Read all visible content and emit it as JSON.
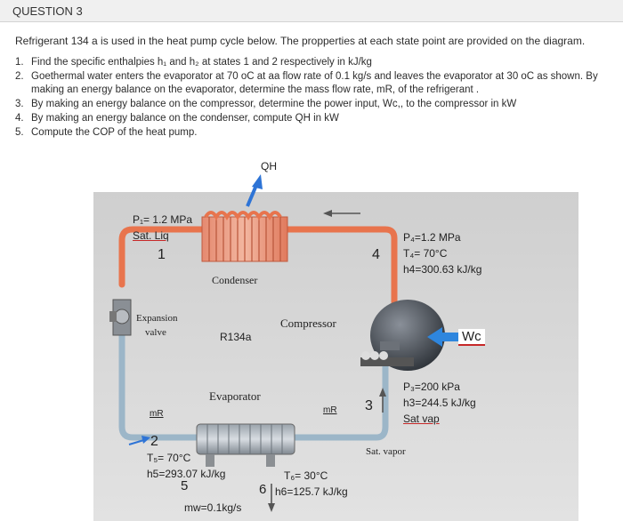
{
  "question_header": "QUESTION 3",
  "intro": "Refrigerant 134 a is used in the heat pump cycle below. The propperties at each state point are provided on the diagram.",
  "questions": [
    {
      "num": "1.",
      "text": "Find the specific enthalpies h₁ and h₂ at states 1 and 2 respectively in kJ/kg"
    },
    {
      "num": "2.",
      "text": "Goethermal water enters the evaporator at 70 oC at aa flow rate of 0.1 kg/s and leaves the evaporator at 30 oC as shown. By making an energy balance on the evaporator, determine the mass flow rate, mR, of the refrigerant ."
    },
    {
      "num": "3.",
      "text": "By making an energy balance on the compressor, determine the power input, Wc,, to the compressor in kW"
    },
    {
      "num": "4.",
      "text": "By making an energy balance on the condenser, compute QH in kW"
    },
    {
      "num": "5.",
      "text": "Compute the COP of the heat pump."
    }
  ],
  "diagram": {
    "qh": "QH",
    "state1_p": "P₁= 1.2 MPa",
    "state1_q": "Sat. Liq",
    "state1_num": "1",
    "condenser": "Condenser",
    "state4_num": "4",
    "state4_p": "P₄=1.2 MPa",
    "state4_t": "T₄= 70°C",
    "state4_h": "h4=300.63 kJ/kg",
    "expansion_1": "Expansion",
    "expansion_2": "valve",
    "fluid": "R134a",
    "compressor": "Compressor",
    "wc": "Wc",
    "evaporator": "Evaporator",
    "mr_left": "mR",
    "mr_right": "mR",
    "state3_num": "3",
    "state3_p": "P₃=200 kPa",
    "state3_h": "h3=244.5 kJ/kg",
    "state3_q": "Sat vap",
    "sat_vapor": "Sat. vapor",
    "state2_num": "2",
    "state5_t": "T₅= 70°C",
    "state5_h": "h5=293.07 kJ/kg",
    "state5_num": "5",
    "state6_t": "T₆= 30°C",
    "state6_num": "6",
    "state6_h": "h6=125.7 kJ/kg",
    "mw": "mw=0.1kg/s"
  }
}
